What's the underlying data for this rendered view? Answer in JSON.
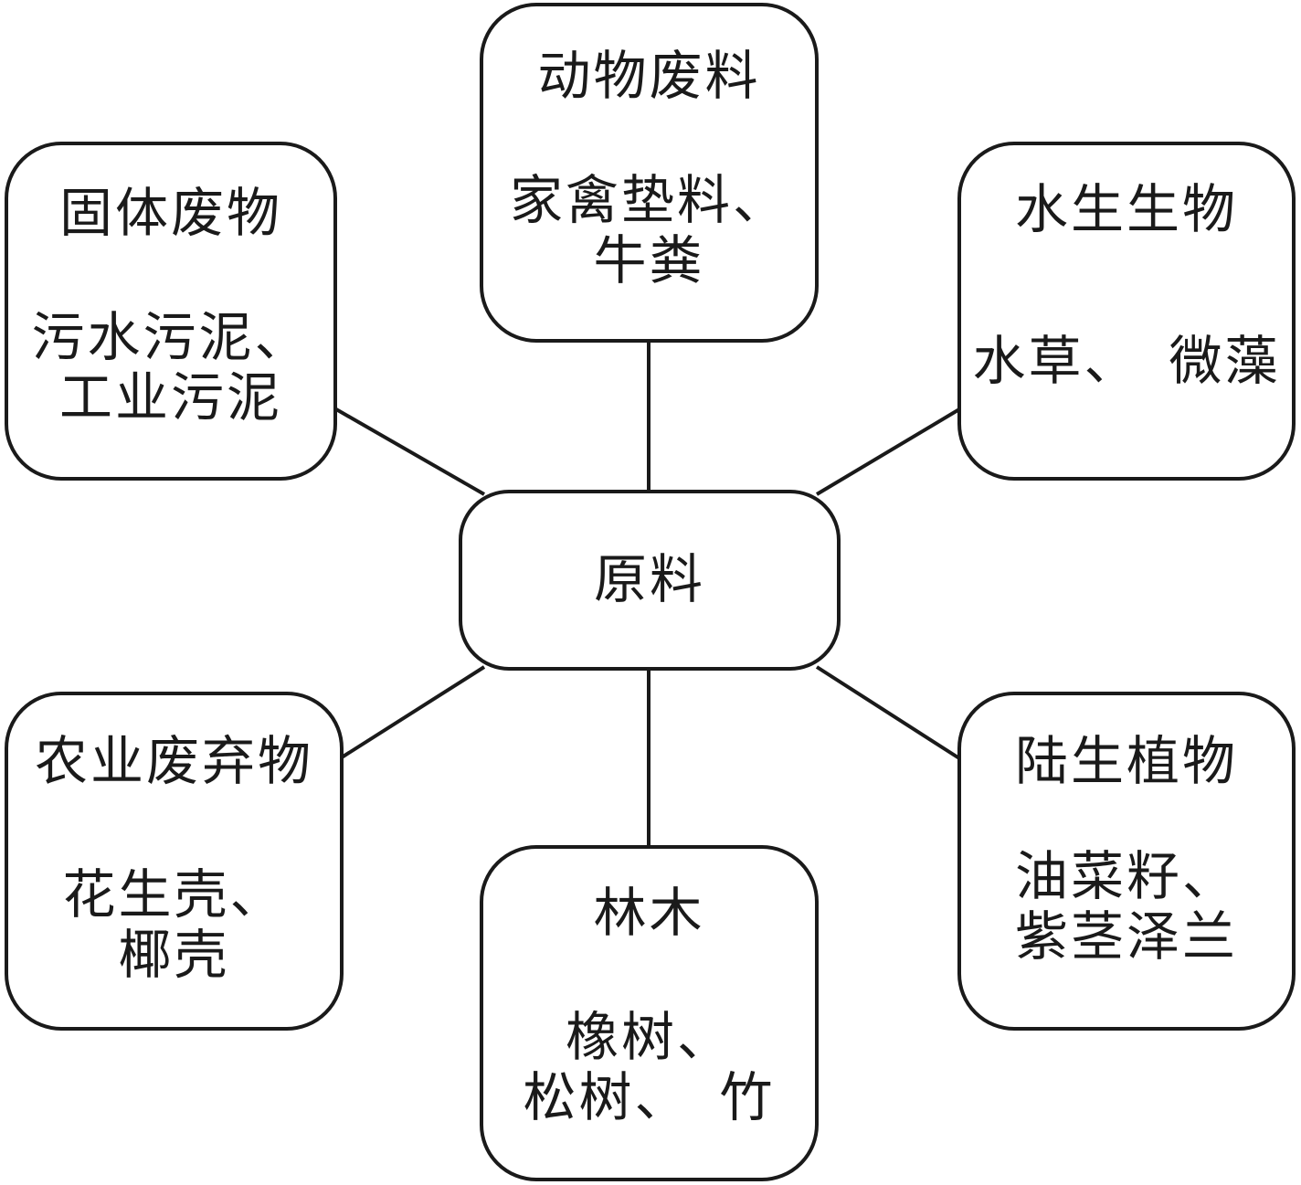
{
  "diagram": {
    "center": {
      "id": "raw-material",
      "label": "原料"
    },
    "nodes": {
      "animal_waste": {
        "id": "animal-waste",
        "title": "动物废料",
        "lines": [
          "家禽垫料、",
          "牛粪"
        ]
      },
      "solid_waste": {
        "id": "solid-waste",
        "title": "固体废物",
        "lines": [
          "污水污泥、",
          "工业污泥"
        ]
      },
      "aquatic_organisms": {
        "id": "aquatic-organisms",
        "title": "水生生物",
        "lines": [
          "水草、　微藻"
        ]
      },
      "agricultural_waste": {
        "id": "agricultural-waste",
        "title": "农业废弃物",
        "lines": [
          "花生壳、",
          "椰壳"
        ]
      },
      "forest_wood": {
        "id": "forest-wood",
        "title": "林木",
        "lines": [
          "橡树、",
          "松树、　竹"
        ]
      },
      "terrestrial_plants": {
        "id": "terrestrial-plants",
        "title": "陆生植物",
        "lines": [
          "油菜籽、",
          "紫茎泽兰"
        ]
      }
    },
    "edges": [
      {
        "from": "animal-waste",
        "to": "raw-material"
      },
      {
        "from": "solid-waste",
        "to": "raw-material"
      },
      {
        "from": "aquatic-organisms",
        "to": "raw-material"
      },
      {
        "from": "agricultural-waste",
        "to": "raw-material"
      },
      {
        "from": "forest-wood",
        "to": "raw-material"
      },
      {
        "from": "terrestrial-plants",
        "to": "raw-material"
      }
    ],
    "colors": {
      "line": "#1a1a1a",
      "background": "#ffffff"
    }
  }
}
